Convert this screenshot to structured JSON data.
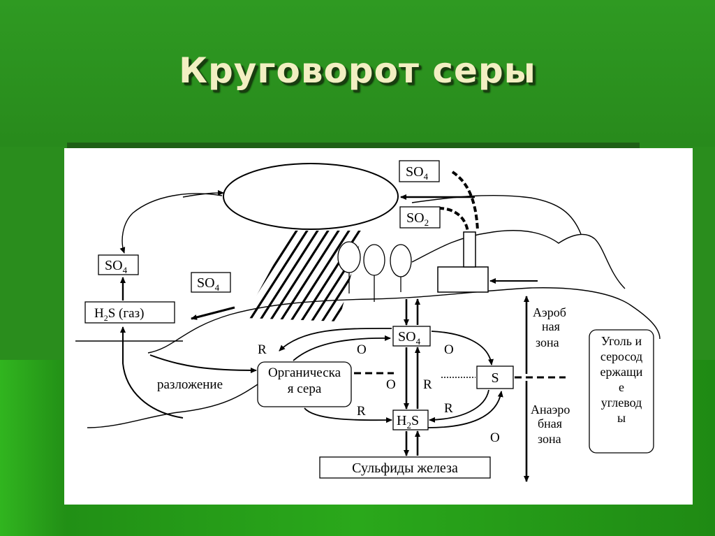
{
  "slide": {
    "title": "Круговорот серы"
  },
  "diagram": {
    "so4_top": "SO",
    "so4_top_sub": "4",
    "so2_top": "SO",
    "so2_top_sub": "2",
    "so4_left": "SO",
    "so4_left_sub": "4",
    "so4_middle": "SO",
    "so4_middle_sub": "4",
    "h2s_gas": "H",
    "h2s_gas_sub": "2",
    "h2s_gas_rest": "S (газ)",
    "so4_center": "SO",
    "so4_center_sub": "4",
    "organic_line1": "Органическа",
    "organic_line2": "я сера",
    "h2s_center": "H",
    "h2s_center_sub": "2",
    "h2s_center_rest": "S",
    "s_box": "S",
    "iron_sulfides": "Сульфиды железа",
    "decomposition": "разложение",
    "r_label": "R",
    "o_label": "O",
    "aerobic_lines": [
      "Аэроб",
      "ная",
      "зона"
    ],
    "anaerobic_lines": [
      "Анаэро",
      "бная",
      "зона"
    ],
    "coal_lines": [
      "Уголь и",
      "серосод",
      "ержащи",
      "е",
      "углевод",
      "ы"
    ]
  }
}
